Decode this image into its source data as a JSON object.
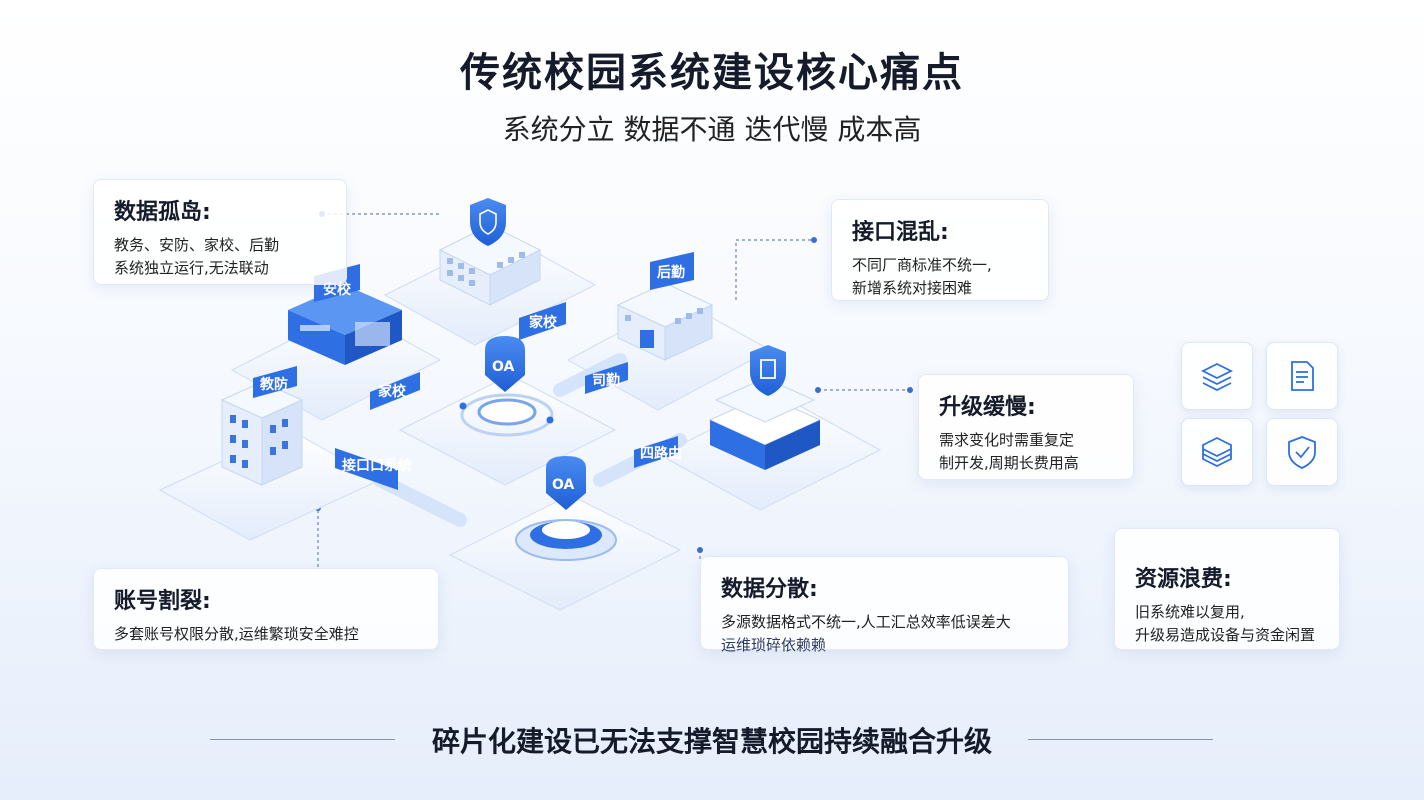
{
  "header": {
    "title": "传统校园系统建设核心痛点",
    "subtitle": "系统分立 数据不通 迭代慢 成本高"
  },
  "cards": {
    "data_island": {
      "title": "数据孤岛:",
      "lines": [
        "教务、安防、家校、后勤",
        "系统独立运行,无法联动"
      ]
    },
    "interface_chaos": {
      "title": "接口混乱:",
      "lines": [
        "不同厂商标准不统一,",
        "新增系统对接困难"
      ]
    },
    "slow_upgrade": {
      "title": "升级缓慢:",
      "lines": [
        "需求变化时需重复定",
        "制开发,周期长费用高"
      ]
    },
    "account_split": {
      "title": "账号割裂:",
      "lines": [
        "多套账号权限分散,运维繁琐安全难控"
      ]
    },
    "data_scatter": {
      "title": "数据分散:",
      "lines": [
        "多源数据格式不统一,人工汇总效率低误差大",
        "运维琐碎依赖赖"
      ]
    },
    "resource_waste": {
      "title": "资源浪费:",
      "lines": [
        "旧系统难以复用,",
        "升级易造成设备与资金闲置"
      ]
    }
  },
  "illustration": {
    "labels": {
      "security": "安校",
      "family_top": "家校",
      "logistics": "后勤",
      "oa_center": "OA",
      "affairs": "司勤",
      "family_mid": "家校",
      "academic": "教防",
      "interface": "接口口系统",
      "data_badge": "四路由",
      "oa_bottom": "OA"
    }
  },
  "icons": [
    "layers-icon",
    "document-icon",
    "stack-icon",
    "shield-check-icon"
  ],
  "footer": {
    "text": "碎片化建设已无法支撑智慧校园持续融合升级"
  },
  "colors": {
    "accent": "#2f6fe4",
    "accent_light": "#dbe7fb",
    "text": "#151b2b"
  }
}
